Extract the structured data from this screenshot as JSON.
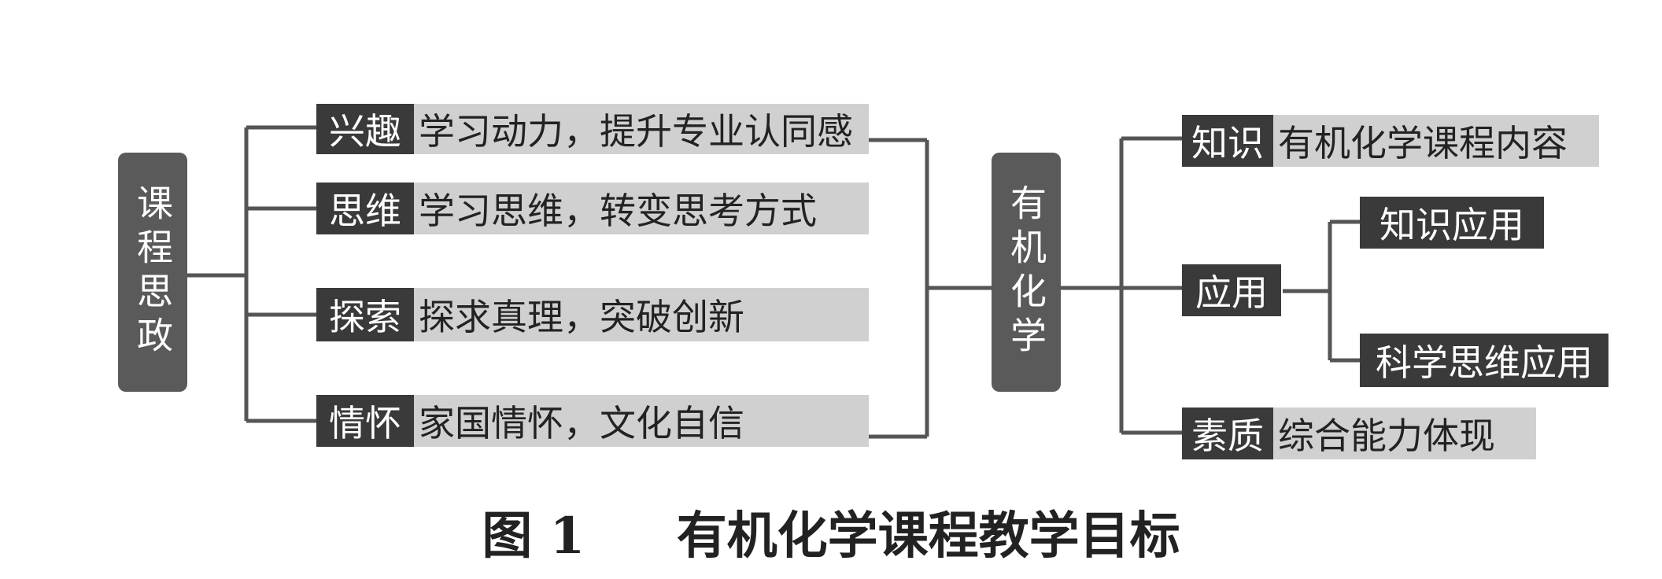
{
  "left_root": "课程思政",
  "center_root": "有机化学",
  "left_items": [
    {
      "tag": "兴趣",
      "desc": "学习动力，提升专业认同感"
    },
    {
      "tag": "思维",
      "desc": "学习思维，转变思考方式"
    },
    {
      "tag": "探索",
      "desc": "探求真理，突破创新"
    },
    {
      "tag": "情怀",
      "desc": "家国情怀，文化自信"
    }
  ],
  "right_items": {
    "knowledge": {
      "tag": "知识",
      "desc": "有机化学课程内容"
    },
    "application": {
      "tag": "应用",
      "sub": [
        "知识应用",
        "科学思维应用"
      ]
    },
    "quality": {
      "tag": "素质",
      "desc": "综合能力体现"
    }
  },
  "caption": {
    "label": "图 1",
    "title": "有机化学课程教学目标"
  }
}
